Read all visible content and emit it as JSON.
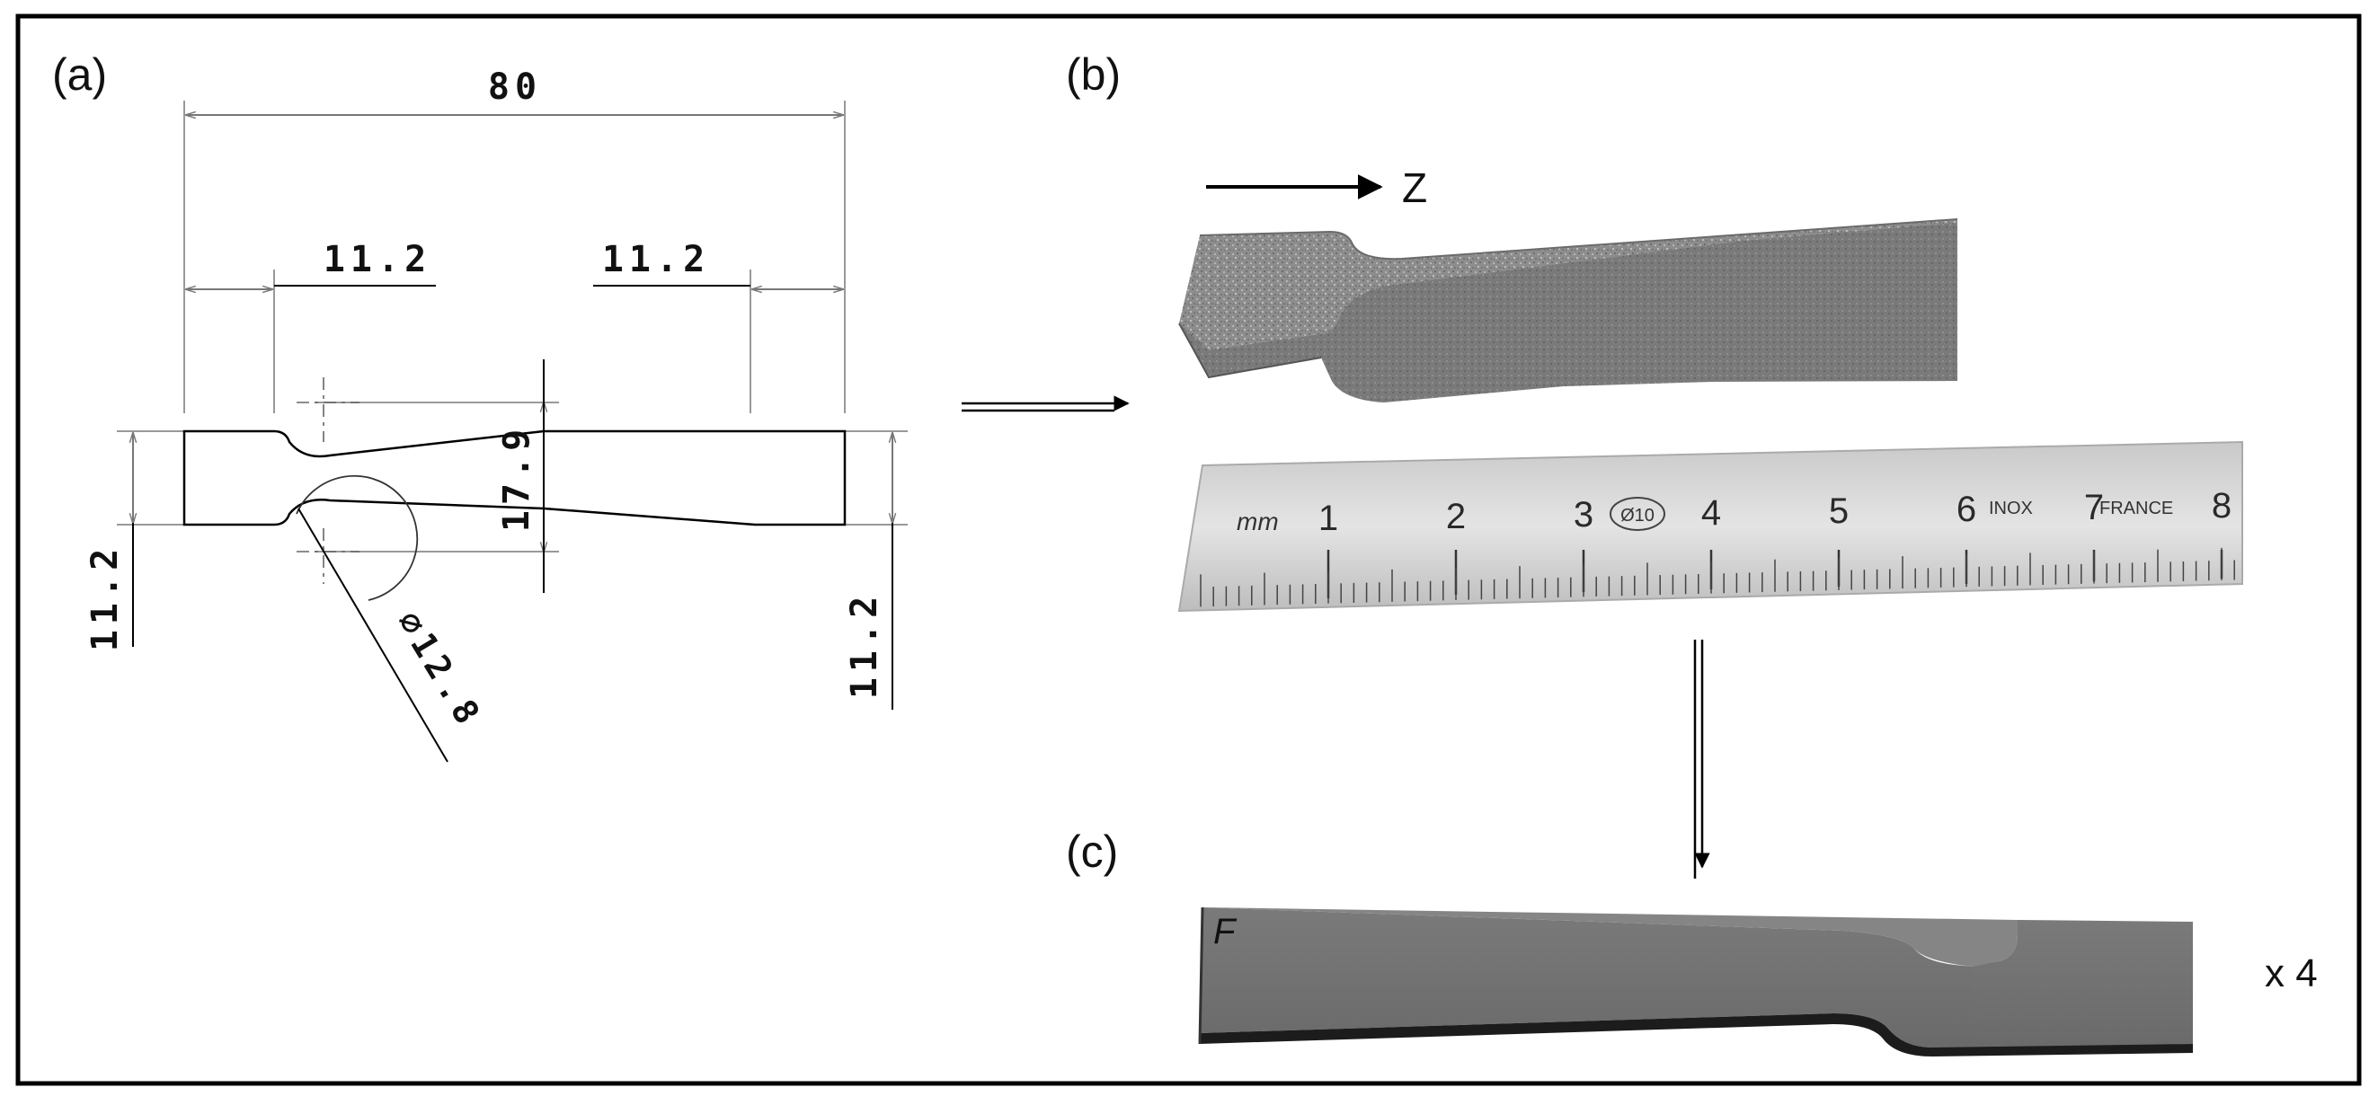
{
  "panel_labels": {
    "a": "(a)",
    "b": "(b)",
    "c": "(c)"
  },
  "drawing": {
    "overall_length": "80",
    "left_grip_length": "11.2",
    "right_grip_length": "11.2",
    "taper_width": "17.9",
    "left_width": "11.2",
    "right_width": "11.2",
    "fillet_diameter": "⌀12.8"
  },
  "photo_b": {
    "axis_label": "Z",
    "ruler": {
      "unit": "mm",
      "numbers": [
        "1",
        "2",
        "3",
        "4",
        "5",
        "6",
        "7",
        "8"
      ],
      "stamp": "Ø10",
      "brand_left": "INOX",
      "brand_right": "FRANCE"
    }
  },
  "photo_c": {
    "specimen_mark": "F",
    "multiplier": "x 4"
  },
  "colors": {
    "frame": "#000000",
    "powder_specimen": "#8e8e8e",
    "ruler": "#d8d8d8",
    "cut_specimen": "#6f6f6f"
  }
}
